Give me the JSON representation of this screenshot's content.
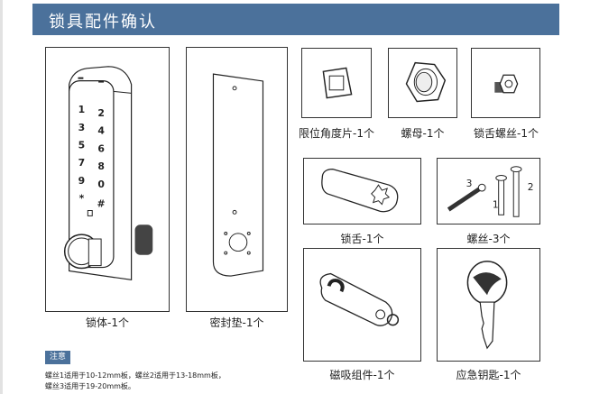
{
  "header": {
    "title": "锁具配件确认"
  },
  "parts": {
    "lock_body": "锁体-1个",
    "gasket": "密封垫-1个",
    "limit_piece": "限位角度片-1个",
    "nut": "螺母-1个",
    "tongue_screw": "锁舌螺丝-1个",
    "tongue": "锁舌-1个",
    "screws": "螺丝-3个",
    "magnetic": "磁吸组件-1个",
    "key": "应急钥匙-1个"
  },
  "keypad": [
    "1",
    "2",
    "3",
    "4",
    "5",
    "6",
    "7",
    "8",
    "9",
    "0",
    "*",
    "#"
  ],
  "screw_numbers": [
    "1",
    "2",
    "3"
  ],
  "note": {
    "title": "注意",
    "lines": [
      "螺丝1适用于10-12mm板，螺丝2适用于13-18mm板，",
      "螺丝3适用于19-20mm板。"
    ]
  },
  "colors": {
    "accent": "#4b719b"
  }
}
